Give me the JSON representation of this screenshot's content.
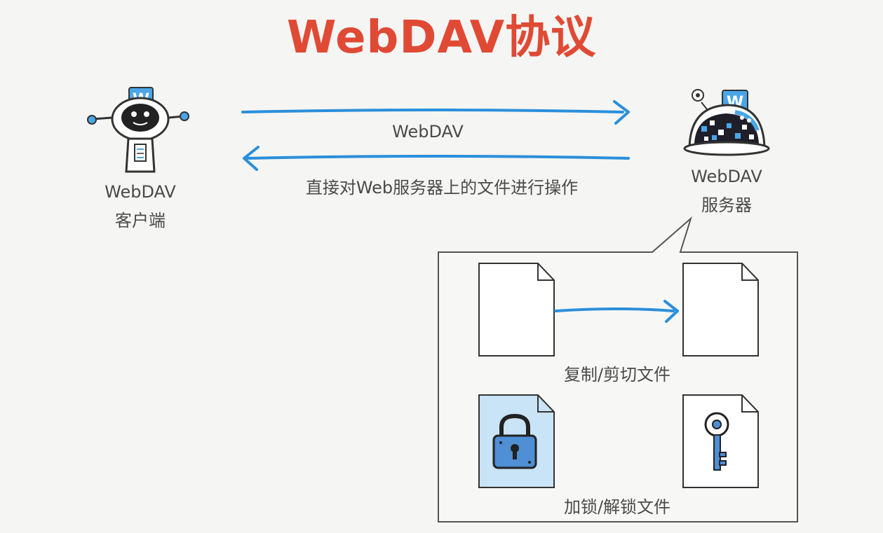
{
  "title": "WebDAV协议",
  "client": {
    "line1": "WebDAV",
    "line2": "客户端",
    "badge": "W"
  },
  "server": {
    "line1": "WebDAV",
    "line2": "服务器",
    "badge": "W"
  },
  "arrows": {
    "top_label": "WebDAV",
    "bottom_label": "直接对Web服务器上的文件进行操作"
  },
  "panel": {
    "copy_label": "复制/剪切文件",
    "lock_label": "加锁/解锁文件"
  },
  "colors": {
    "title": "#e04a35",
    "arrow": "#2b8fdc",
    "robot_blue": "#4aa6e8",
    "lock_fill": "#4f8fd4",
    "locked_doc": "#c9e4f6"
  }
}
